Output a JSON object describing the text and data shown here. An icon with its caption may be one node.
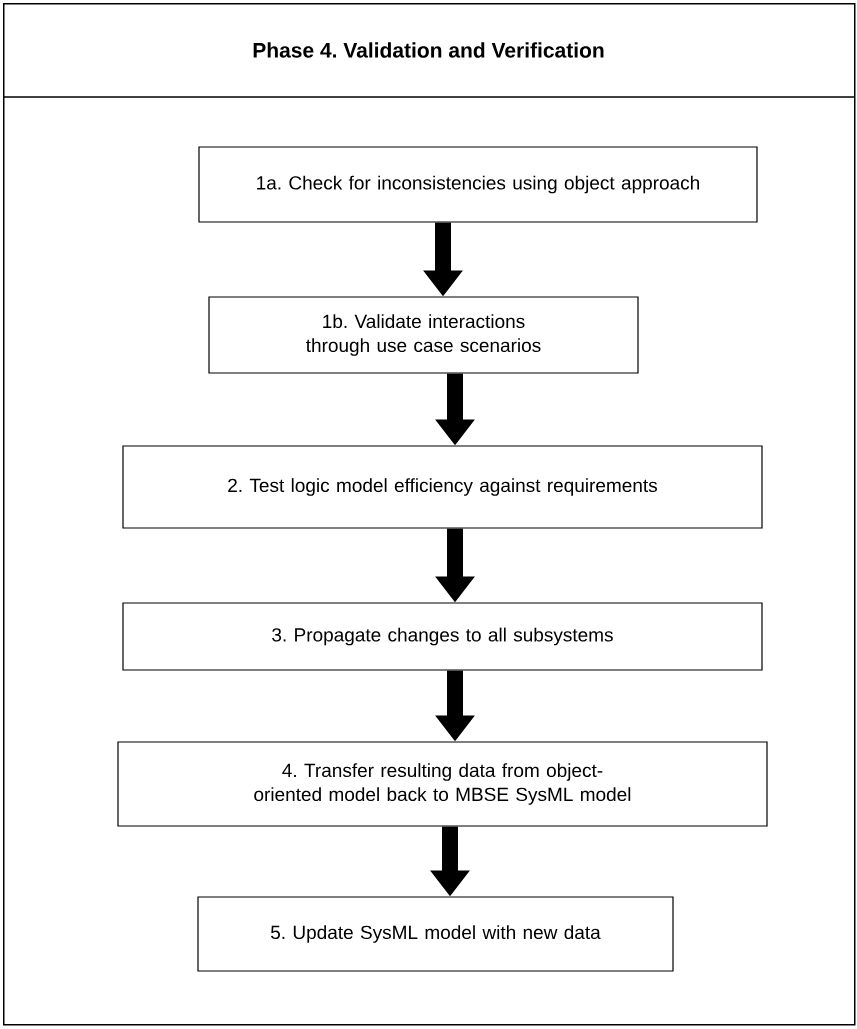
{
  "diagram": {
    "nodes": [
      {
        "text": [
          "Phase 4. Validation and Verification"
        ]
      },
      {
        "text": [
          "1a. Check for inconsistencies using object approach"
        ],
        "in": 0
      },
      {
        "text": [
          "1b. Validate interactions through use case scenarios"
        ],
        "in": 0
      },
      {
        "text": [
          "2. Test logic model efficiency against requirements"
        ],
        "in": 0
      },
      {
        "text": [
          "3. Propagate changes to all subsystems"
        ],
        "in": 0
      },
      {
        "text": [
          "4. Transfer resulting data from object-oriented model back to MBSE SysML model"
        ],
        "in": 0
      },
      {
        "text": [
          "5. Update SysML model with new data"
        ],
        "in": 0
      }
    ],
    "edges": [
      {
        "from": 1,
        "to": 2,
        "arrow": "to"
      },
      {
        "from": 2,
        "to": 3,
        "arrow": "to"
      },
      {
        "from": 3,
        "to": 4,
        "arrow": "to"
      },
      {
        "from": 4,
        "to": 5,
        "arrow": "to"
      },
      {
        "from": 5,
        "to": 6,
        "arrow": "to"
      }
    ]
  }
}
